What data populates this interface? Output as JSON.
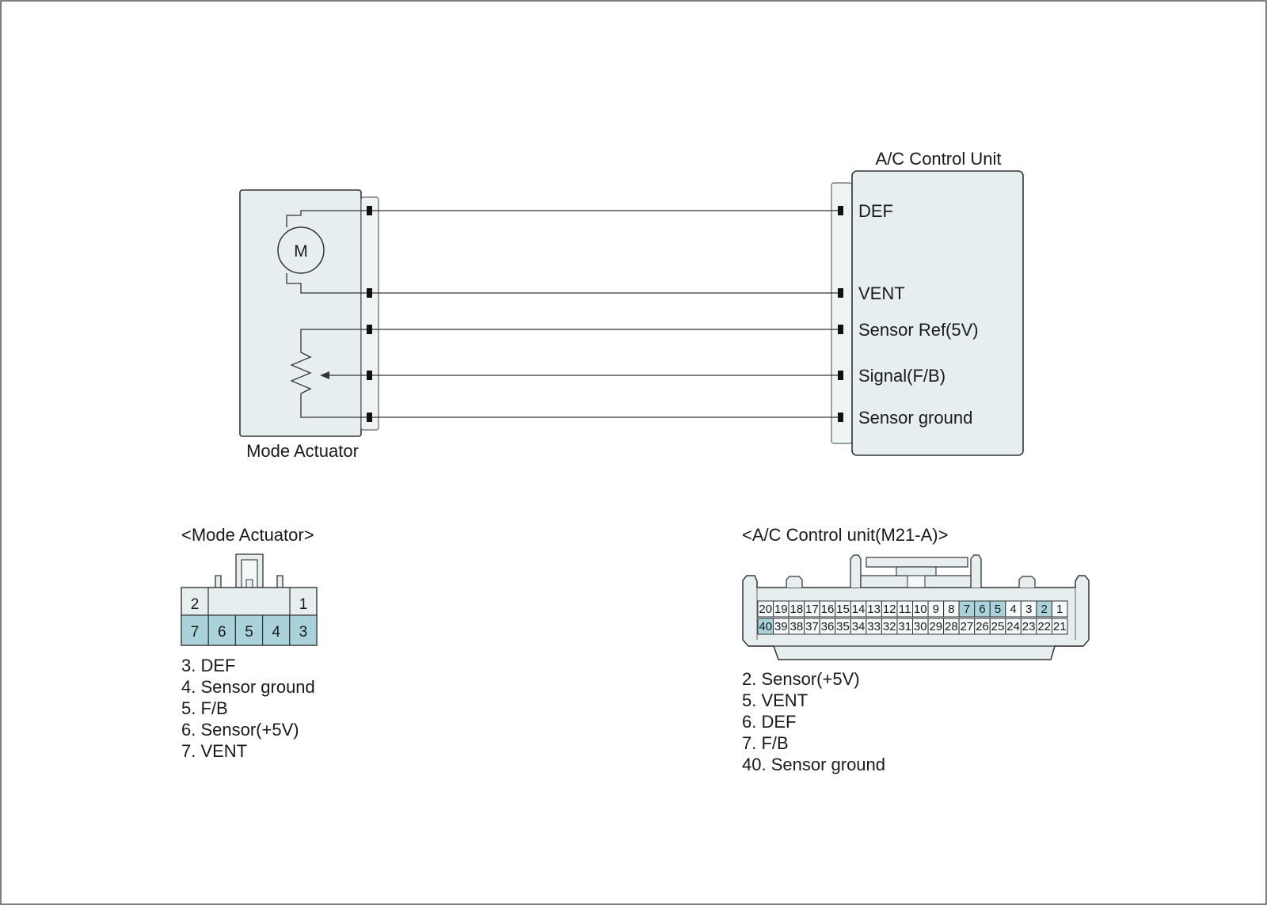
{
  "colors": {
    "component_fill": "#e6eef0",
    "highlight_pin": "#a9d2da",
    "line": "#333333"
  },
  "schematic": {
    "left_component": {
      "label": "Mode Actuator",
      "motor_symbol": "M"
    },
    "right_component": {
      "label": "A/C Control Unit"
    },
    "wires": [
      {
        "label": "DEF"
      },
      {
        "label": "VENT"
      },
      {
        "label": "Sensor Ref(5V)"
      },
      {
        "label": "Signal(F/B)"
      },
      {
        "label": "Sensor ground"
      }
    ]
  },
  "mode_actuator_connector": {
    "title": "<Mode Actuator>",
    "top_row": [
      "2",
      "1"
    ],
    "bottom_row": [
      "7",
      "6",
      "5",
      "4",
      "3"
    ],
    "pinout": [
      "3. DEF",
      "4. Sensor ground",
      "5. F/B",
      "6. Sensor(+5V)",
      "7. VENT"
    ]
  },
  "ac_connector": {
    "title": "<A/C Control unit(M21-A)>",
    "top_row": [
      "20",
      "19",
      "18",
      "17",
      "16",
      "15",
      "14",
      "13",
      "12",
      "11",
      "10",
      "9",
      "8",
      "7",
      "6",
      "5",
      "4",
      "3",
      "2",
      "1"
    ],
    "bottom_row": [
      "40",
      "39",
      "38",
      "37",
      "36",
      "35",
      "34",
      "33",
      "32",
      "31",
      "30",
      "29",
      "28",
      "27",
      "26",
      "25",
      "24",
      "23",
      "22",
      "21"
    ],
    "highlighted_pins": [
      "2",
      "5",
      "6",
      "7",
      "40"
    ],
    "pinout": [
      "2. Sensor(+5V)",
      "5. VENT",
      "6. DEF",
      "7. F/B",
      "40. Sensor ground"
    ]
  }
}
